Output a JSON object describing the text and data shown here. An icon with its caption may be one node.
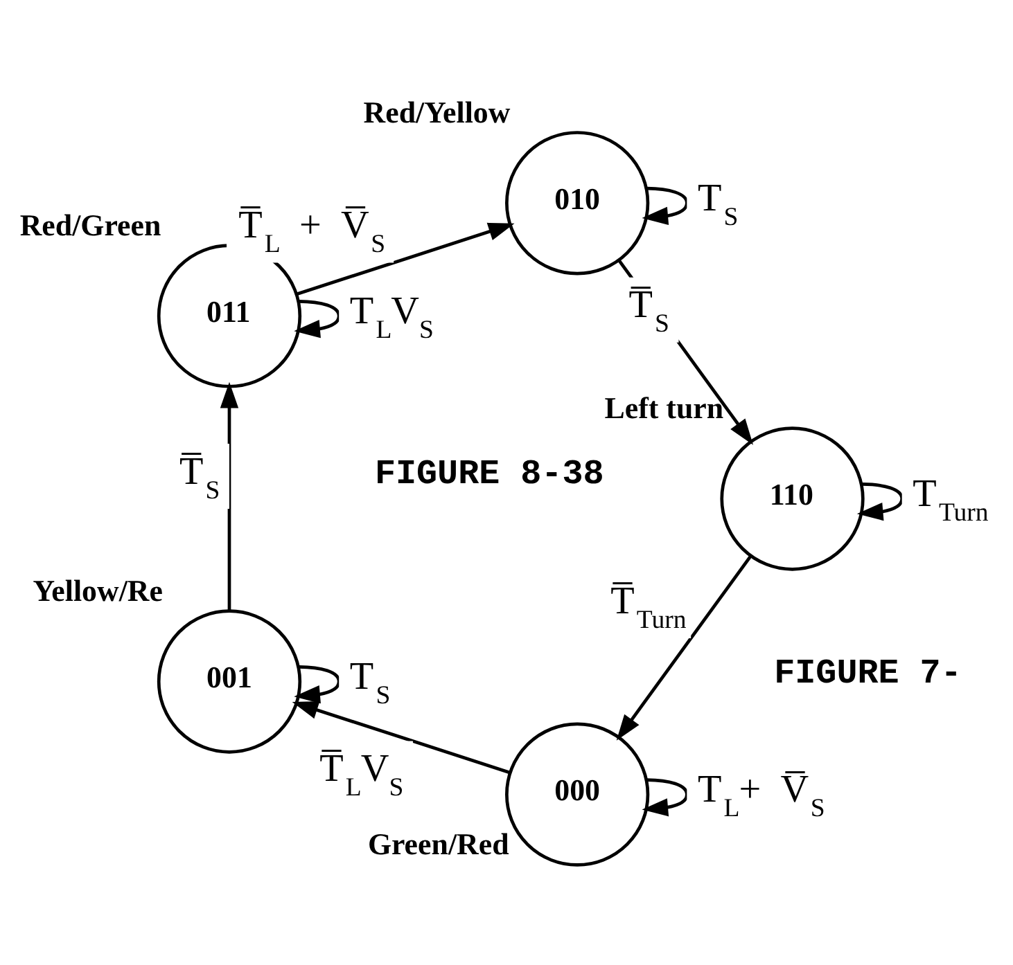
{
  "diagram": {
    "nodes": [
      {
        "text": [
          "000"
        ],
        "beside": [
          "Green/Red"
        ]
      },
      {
        "text": [
          "001"
        ],
        "beside": [
          "Yellow/Re"
        ]
      },
      {
        "text": [
          "011"
        ],
        "beside": [
          "Red/Green"
        ]
      },
      {
        "text": [
          "010"
        ],
        "beside": [
          "Red/Yellow"
        ]
      },
      {
        "text": [
          "110"
        ],
        "beside": [
          "Left turn"
        ]
      }
    ],
    "edges": [
      {
        "from": 0,
        "to": 0,
        "arrow": "to",
        "label": "T$_{L}$+ V̅$_{S}$"
      },
      {
        "from": 0,
        "to": 1,
        "arrow": "to",
        "label": "T̅$_{L}$V$_{S}$"
      },
      {
        "from": 1,
        "to": 1,
        "arrow": "to",
        "label": "T$_{S}$"
      },
      {
        "from": 1,
        "to": 2,
        "arrow": "to",
        "label": "T̅$_{S}$"
      },
      {
        "from": 2,
        "to": 2,
        "arrow": "to",
        "label": "T$_{L}$V$_{S}$"
      },
      {
        "from": 2,
        "to": 3,
        "arrow": "to",
        "label": "T̅$_{L}$ + V̅$_{S}$"
      },
      {
        "from": 3,
        "to": 3,
        "arrow": "to",
        "label": "T$_{S}$"
      },
      {
        "from": 3,
        "to": 4,
        "arrow": "to",
        "label": "T̅$_{S}$"
      },
      {
        "from": 4,
        "to": 4,
        "arrow": "to",
        "label": "T$_{Turn}$"
      },
      {
        "from": 4,
        "to": 0,
        "arrow": "to",
        "label": "T̅$_{Turn}$"
      }
    ],
    "labels": [
      "FIGURE 7-",
      "FIGURE 8-38"
    ]
  }
}
